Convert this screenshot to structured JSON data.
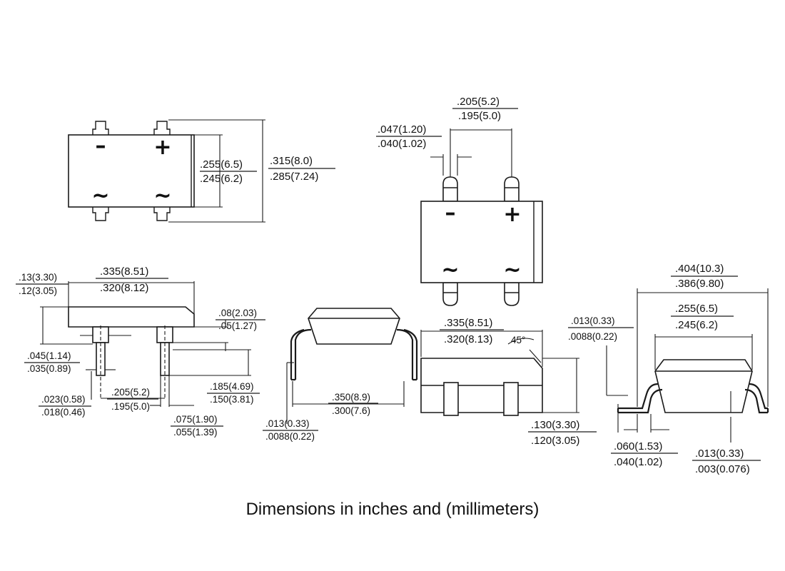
{
  "caption": "Dimensions in inches and (millimeters)",
  "symbols": {
    "minus": "–",
    "plus": "+",
    "ac": "~"
  },
  "top_view": {
    "body_width_max": ".255(6.5)",
    "body_width_min": ".245(6.2)",
    "overall_width_max": ".315(8.0)",
    "overall_width_min": ".285(7.24)"
  },
  "iso_view": {
    "pitch_max": ".205(5.2)",
    "pitch_min": ".195(5.0)",
    "lead_width_max": ".047(1.20)",
    "lead_width_min": ".040(1.02)"
  },
  "side_view": {
    "height_max": ".13(3.30)",
    "height_min": ".12(3.05)",
    "length_max": ".335(8.51)",
    "length_min": ".320(8.12)",
    "standoff_max": ".08(2.03)",
    "standoff_min": ".05(1.27)",
    "lead_a_max": ".045(1.14)",
    "lead_a_min": ".035(0.89)",
    "lead_b_max": ".023(0.58)",
    "lead_b_min": ".018(0.46)",
    "pitch_max": ".205(5.2)",
    "pitch_min": ".195(5.0)",
    "lead_len_max": ".185(4.69)",
    "lead_len_min": ".150(3.81)",
    "lead_w_max": ".075(1.90)",
    "lead_w_min": ".055(1.39)"
  },
  "end_view": {
    "span_max": ".350(8.9)",
    "span_min": ".300(7.6)",
    "thick_max": ".013(0.33)",
    "thick_min": ".0088(0.22)"
  },
  "front_view": {
    "length_max": ".335(8.51)",
    "length_min": ".320(8.13)",
    "angle": "45°",
    "height_max": ".130(3.30)",
    "height_min": ".120(3.05)"
  },
  "smd_view": {
    "overall_max": ".404(10.3)",
    "overall_min": ".386(9.80)",
    "body_max": ".255(6.5)",
    "body_min": ".245(6.2)",
    "thick_max": ".013(0.33)",
    "thick_min": ".0088(0.22)",
    "foot_max": ".060(1.53)",
    "foot_min": ".040(1.02)",
    "standoff_max": ".013(0.33)",
    "standoff_min": ".003(0.076)"
  }
}
